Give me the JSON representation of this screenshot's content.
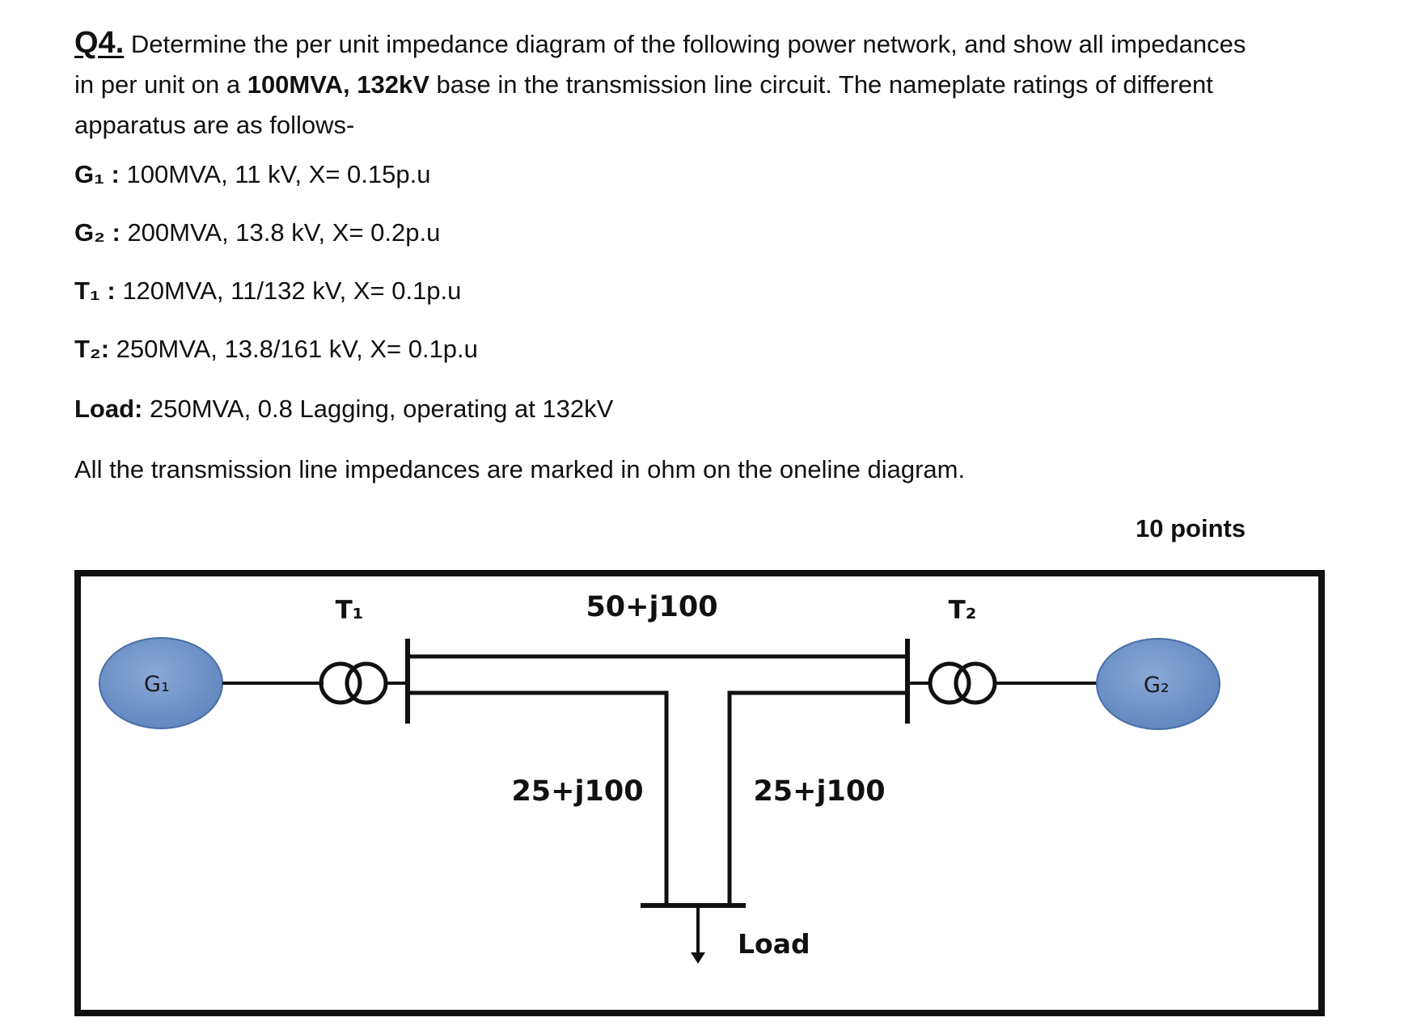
{
  "question": {
    "number": "Q4.",
    "text_a": " Determine the per unit impedance diagram of the following power network, and show all impedances in per unit on a ",
    "base": "100MVA, 132kV",
    "text_b": " base in the transmission line circuit. The nameplate ratings of different apparatus are as follows-"
  },
  "ratings": [
    {
      "label": "G₁ :",
      "value": " 100MVA, 11 kV, X= 0.15p.u"
    },
    {
      "label": "G₂ :",
      "value": " 200MVA, 13.8 kV, X= 0.2p.u"
    },
    {
      "label": "T₁ :",
      "value": " 120MVA, 11/132 kV, X= 0.1p.u"
    },
    {
      "label": "T₂:",
      "value": " 250MVA, 13.8/161 kV, X= 0.1p.u"
    },
    {
      "label": "Load:",
      "value": " 250MVA, 0.8 Lagging, operating at 132kV"
    }
  ],
  "note": "All the transmission line impedances are marked in ohm on the oneline diagram.",
  "points": "10 points",
  "diagram": {
    "g1_label": "G₁",
    "g2_label": "G₂",
    "t1_label": "T₁",
    "t2_label": "T₂",
    "top_line_impedance": "50+j100",
    "left_leg_impedance": "25+j100",
    "right_leg_impedance": "25+j100",
    "load_label": "Load",
    "colors": {
      "generator_fill": "#6f93c9",
      "generator_stroke": "#4a6ea8",
      "line": "#111111"
    }
  }
}
